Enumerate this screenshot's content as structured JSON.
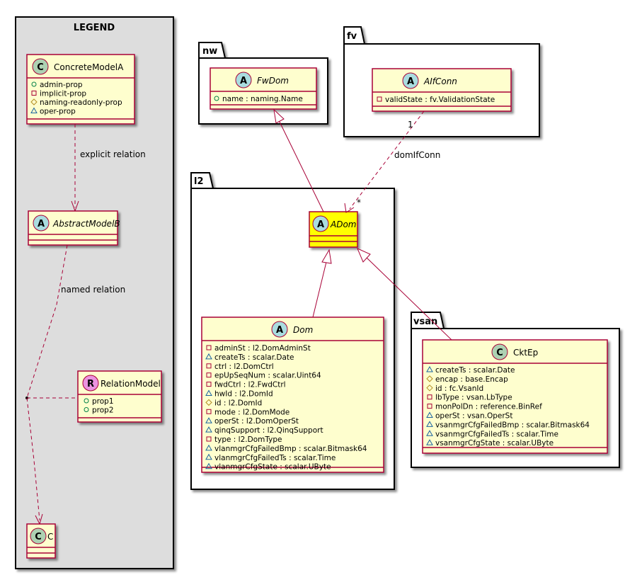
{
  "legend": {
    "title": "LEGEND",
    "concrete_model": {
      "stereotype": "C",
      "name": "ConcreteModelA",
      "props": [
        {
          "vis": "+",
          "text": "admin-prop"
        },
        {
          "vis": "-",
          "text": "implicit-prop"
        },
        {
          "vis": "#",
          "text": "naming-readonly-prop"
        },
        {
          "vis": "~",
          "text": "oper-prop"
        }
      ]
    },
    "abstract_model": {
      "stereotype": "A",
      "name": "AbstractModelB"
    },
    "relation_model": {
      "stereotype": "R",
      "name": "RelationModel",
      "props": [
        {
          "vis": "+",
          "text": "prop1"
        },
        {
          "vis": "+",
          "text": "prop2"
        }
      ]
    },
    "c_model": {
      "stereotype": "C",
      "name": "C"
    },
    "explicit_relation_label": "explicit relation",
    "named_relation_label": "named relation"
  },
  "packages": {
    "nw": {
      "name": "nw",
      "class": {
        "stereotype": "A",
        "name": "FwDom",
        "attrs": [
          {
            "vis": "+",
            "text": "name : naming.Name"
          }
        ]
      }
    },
    "fv": {
      "name": "fv",
      "class": {
        "stereotype": "A",
        "name": "AIfConn",
        "attrs": [
          {
            "vis": "-",
            "text": "validState : fv.ValidationState"
          }
        ]
      }
    },
    "l2": {
      "name": "l2",
      "adom": {
        "stereotype": "A",
        "name": "ADom",
        "highlight": "#FFFF00"
      },
      "dom": {
        "stereotype": "A",
        "name": "Dom",
        "attrs": [
          {
            "vis": "-",
            "text": "adminSt : l2.DomAdminSt"
          },
          {
            "vis": "~",
            "text": "createTs : scalar.Date"
          },
          {
            "vis": "-",
            "text": "ctrl : l2.DomCtrl"
          },
          {
            "vis": "-",
            "text": "epUpSeqNum : scalar.Uint64"
          },
          {
            "vis": "-",
            "text": "fwdCtrl : l2.FwdCtrl"
          },
          {
            "vis": "~",
            "text": "hwId : l2.DomId"
          },
          {
            "vis": "#",
            "text": "id : l2.DomId"
          },
          {
            "vis": "-",
            "text": "mode : l2.DomMode"
          },
          {
            "vis": "~",
            "text": "operSt : l2.DomOperSt"
          },
          {
            "vis": "~",
            "text": "qinqSupport : l2.QinqSupport"
          },
          {
            "vis": "-",
            "text": "type : l2.DomType"
          },
          {
            "vis": "~",
            "text": "vlanmgrCfgFailedBmp : scalar.Bitmask64"
          },
          {
            "vis": "~",
            "text": "vlanmgrCfgFailedTs : scalar.Time"
          },
          {
            "vis": "~",
            "text": "vlanmgrCfgState : scalar.UByte"
          }
        ]
      }
    },
    "vsan": {
      "name": "vsan",
      "class": {
        "stereotype": "C",
        "name": "CktEp",
        "attrs": [
          {
            "vis": "~",
            "text": "createTs : scalar.Date"
          },
          {
            "vis": "#",
            "text": "encap : base.Encap"
          },
          {
            "vis": "#",
            "text": "id : fc.VsanId"
          },
          {
            "vis": "-",
            "text": "lbType : vsan.LbType"
          },
          {
            "vis": "-",
            "text": "monPolDn : reference.BinRef"
          },
          {
            "vis": "~",
            "text": "operSt : vsan.OperSt"
          },
          {
            "vis": "~",
            "text": "vsanmgrCfgFailedBmp : scalar.Bitmask64"
          },
          {
            "vis": "~",
            "text": "vsanmgrCfgFailedTs : scalar.Time"
          },
          {
            "vis": "~",
            "text": "vsanmgrCfgState : scalar.UByte"
          }
        ]
      }
    }
  },
  "relations": {
    "domifconn": {
      "label": "domIfConn",
      "source_mult": "1",
      "target_mult": "*"
    }
  },
  "colors": {
    "class_fill": "#FEFECE",
    "class_border": "#A80036",
    "highlight_fill": "#FFFF00",
    "legend_fill": "#DDDDDD",
    "abstract_circle": "#A9DCDF",
    "concrete_circle": "#ADD1B2",
    "relation_circle": "#EB93DF"
  }
}
